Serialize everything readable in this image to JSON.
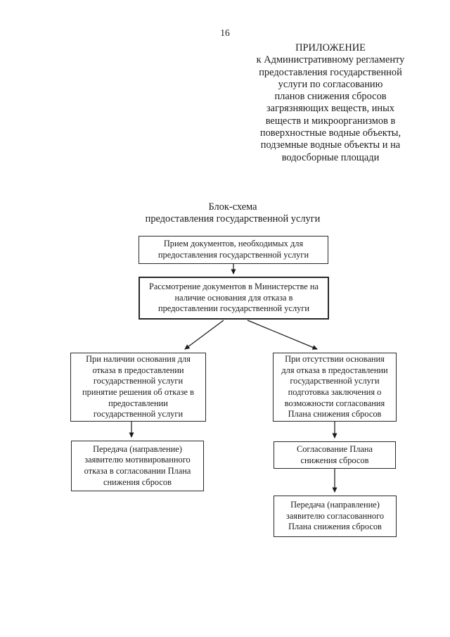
{
  "page": {
    "number": "16",
    "background_color": "#ffffff",
    "ink_color": "#1b1b1b"
  },
  "header": {
    "lines": [
      "ПРИЛОЖЕНИЕ",
      "к Административному регламенту",
      "предоставления государственной",
      "услуги по согласованию",
      "планов снижения сбросов",
      "загрязняющих веществ, иных",
      "веществ и микроорганизмов в",
      "поверхностные водные объекты,",
      "подземные водные объекты и на",
      "водосборные площади"
    ]
  },
  "flowchart": {
    "title_lines": [
      "Блок-схема",
      "предоставления государственной услуги"
    ],
    "boxes": [
      {
        "id": "box-receive",
        "lines": [
          "Прием документов, необходимых для",
          "предоставления государственной услуги"
        ]
      },
      {
        "id": "box-review",
        "lines": [
          "Рассмотрение документов в Министерстве на",
          "наличие основания для отказа в",
          "предоставлении государственной услуги"
        ]
      },
      {
        "id": "box-refuse-decision",
        "lines": [
          "При наличии основания для",
          "отказа в предоставлении",
          "государственной услуги",
          "принятие решения об отказе в",
          "предоставлении",
          "государственной услуги"
        ]
      },
      {
        "id": "box-approve-conclusion",
        "lines": [
          "При отсутствии основания",
          "для отказа в предоставлении",
          "государственной услуги",
          "подготовка заключения о",
          "возможности согласования",
          "Плана снижения сбросов"
        ]
      },
      {
        "id": "box-send-refusal",
        "lines": [
          "Передача (направление)",
          "заявителю мотивированного",
          "отказа в согласовании Плана",
          "снижения сбросов"
        ]
      },
      {
        "id": "box-approve-plan",
        "lines": [
          "Согласование Плана",
          "снижения сбросов"
        ]
      },
      {
        "id": "box-send-approved",
        "lines": [
          "Передача (направление)",
          "заявителю согласованного",
          "Плана снижения сбросов"
        ]
      }
    ]
  }
}
